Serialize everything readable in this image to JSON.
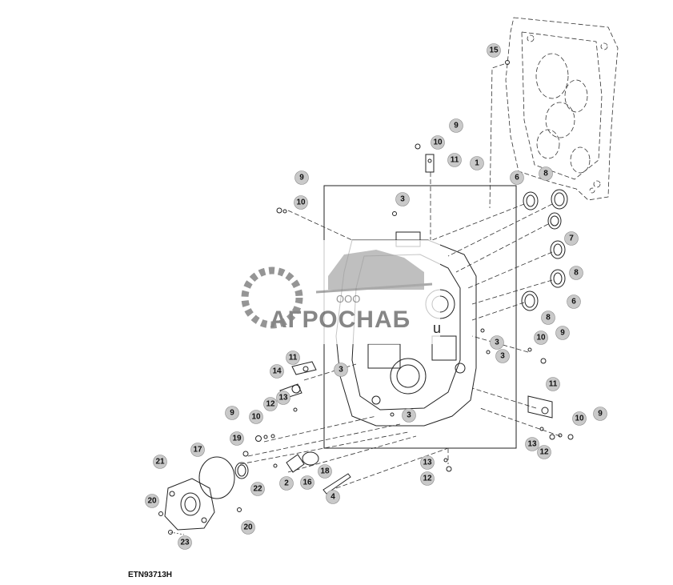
{
  "diagram_id": "ETN93713H",
  "watermark": {
    "prefix": "ООО",
    "name": "АГРОСНАБ",
    "fragment": "u"
  },
  "callouts": [
    {
      "id": "c15a",
      "label": "15"
    },
    {
      "id": "c9a",
      "label": "9"
    },
    {
      "id": "c10a",
      "label": "10"
    },
    {
      "id": "c11a",
      "label": "11"
    },
    {
      "id": "c1",
      "label": "1"
    },
    {
      "id": "c9b",
      "label": "9"
    },
    {
      "id": "c10b",
      "label": "10"
    },
    {
      "id": "c3a",
      "label": "3"
    },
    {
      "id": "c6a",
      "label": "6"
    },
    {
      "id": "c8a",
      "label": "8"
    },
    {
      "id": "c7",
      "label": "7"
    },
    {
      "id": "c8b",
      "label": "8"
    },
    {
      "id": "c6b",
      "label": "6"
    },
    {
      "id": "c8c",
      "label": "8"
    },
    {
      "id": "c9c",
      "label": "9"
    },
    {
      "id": "c10c",
      "label": "10"
    },
    {
      "id": "c3b",
      "label": "3"
    },
    {
      "id": "c3c",
      "label": "3"
    },
    {
      "id": "c11b",
      "label": "11"
    },
    {
      "id": "c14",
      "label": "14"
    },
    {
      "id": "c3d",
      "label": "3"
    },
    {
      "id": "c13a",
      "label": "13"
    },
    {
      "id": "c11c",
      "label": "11"
    },
    {
      "id": "c9d",
      "label": "9"
    },
    {
      "id": "c10d",
      "label": "10"
    },
    {
      "id": "c12a",
      "label": "12"
    },
    {
      "id": "c3e",
      "label": "3"
    },
    {
      "id": "c10e",
      "label": "10"
    },
    {
      "id": "c9e",
      "label": "9"
    },
    {
      "id": "c19",
      "label": "19"
    },
    {
      "id": "c13b",
      "label": "13"
    },
    {
      "id": "c12b",
      "label": "12"
    },
    {
      "id": "c17",
      "label": "17"
    },
    {
      "id": "c21",
      "label": "21"
    },
    {
      "id": "c22",
      "label": "22"
    },
    {
      "id": "c2",
      "label": "2"
    },
    {
      "id": "c16",
      "label": "16"
    },
    {
      "id": "c18",
      "label": "18"
    },
    {
      "id": "c13c",
      "label": "13"
    },
    {
      "id": "c12c",
      "label": "12"
    },
    {
      "id": "c4",
      "label": "4"
    },
    {
      "id": "c20a",
      "label": "20"
    },
    {
      "id": "c20b",
      "label": "20"
    },
    {
      "id": "c23",
      "label": "23"
    }
  ]
}
